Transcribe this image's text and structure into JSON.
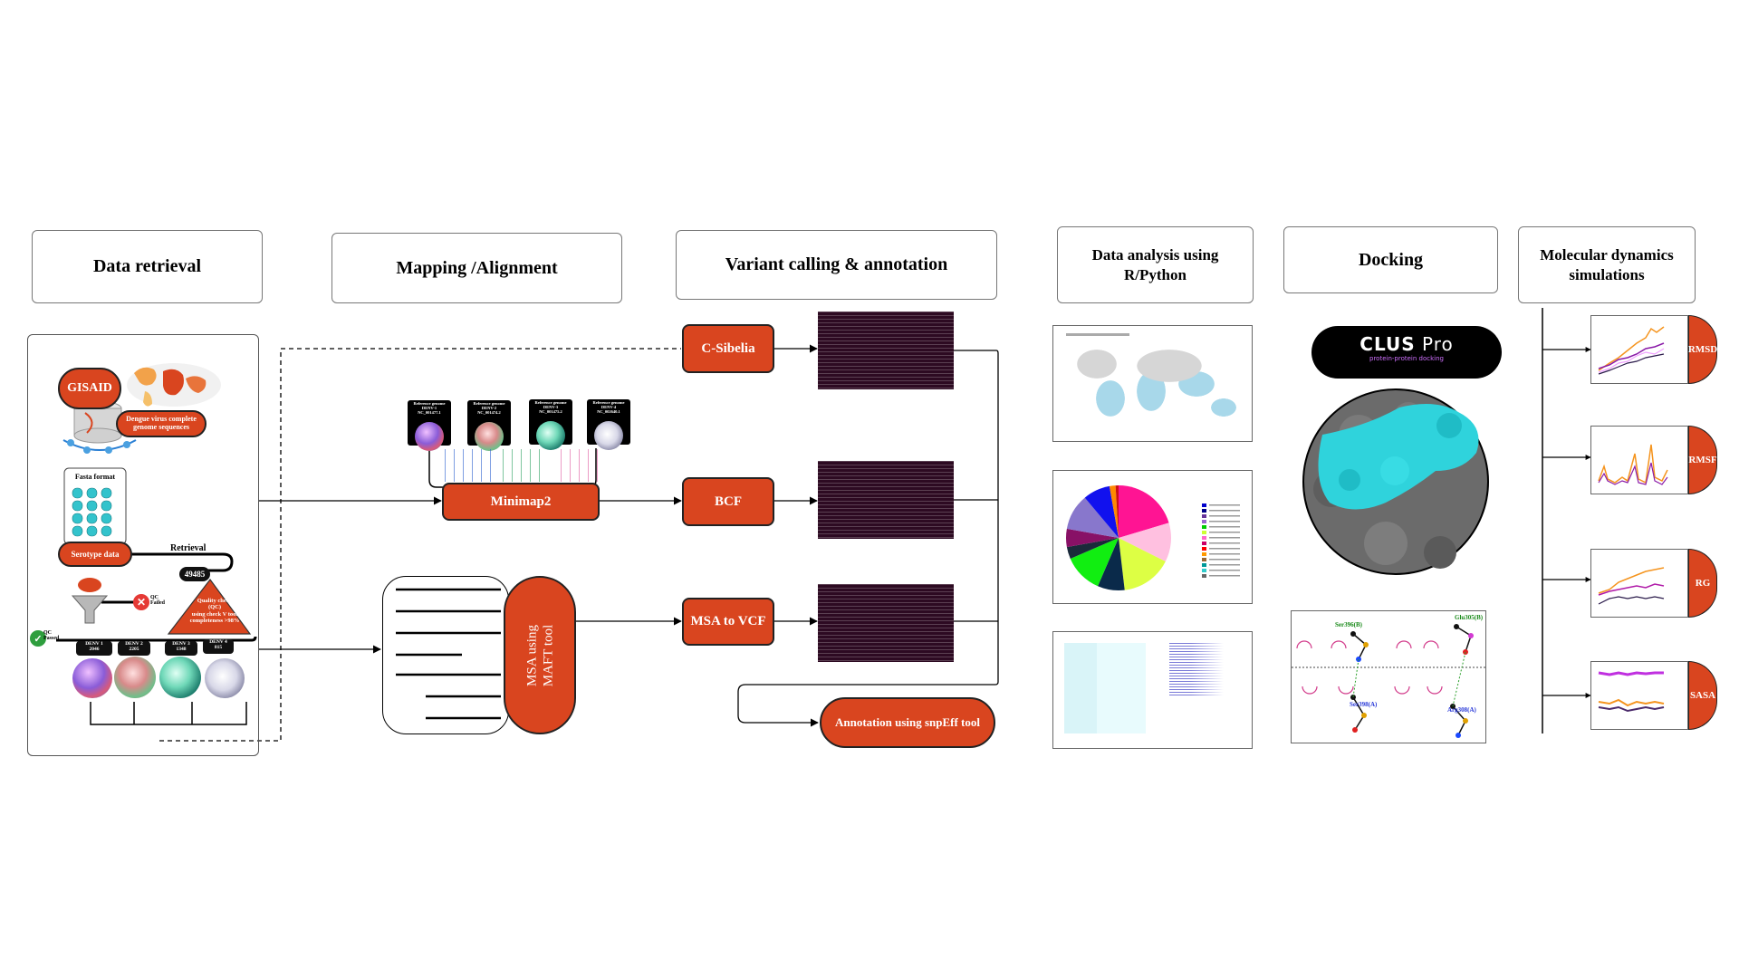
{
  "headers": {
    "data_retrieval": "Data retrieval",
    "mapping": "Mapping /Alignment",
    "variant": "Variant calling & annotation",
    "analysis_l1": "Data analysis using",
    "analysis_l2": "R/Python",
    "docking": "Docking",
    "md_l1": "Molecular dynamics",
    "md_l2": "simulations"
  },
  "retrieval": {
    "gisaid": "GISAID",
    "dengue_l1": "Dengue virus complete",
    "dengue_l2": "genome sequences",
    "fasta": "Fasta format",
    "serotype": "Serotype data",
    "retrieval_label": "Retrieval",
    "count": "49485",
    "qc_failed": "QC Failed",
    "qc_passed": "QC Passed",
    "qc_l1": "Quality check",
    "qc_l2": "(QC)",
    "qc_l3": "using check V tool",
    "qc_l4": "completeness >98%",
    "denv": [
      {
        "name": "DENV 1",
        "count": "2046"
      },
      {
        "name": "DENV 2",
        "count": "2205"
      },
      {
        "name": "DENV 3",
        "count": "1348"
      },
      {
        "name": "DENV 4",
        "count": "815"
      }
    ]
  },
  "mapping": {
    "references": [
      {
        "l1": "Reference genome",
        "l2": "DENV-1",
        "l3": "NC_001477.1"
      },
      {
        "l1": "Reference genome",
        "l2": "DENV-2",
        "l3": "NC_001474.2"
      },
      {
        "l1": "Reference genome",
        "l2": "DENV-3",
        "l3": "NC_001475.2"
      },
      {
        "l1": "Reference genome",
        "l2": "DENV-4",
        "l3": "NC_002640.1"
      }
    ],
    "minimap": "Minimap2",
    "msa_l1": "MSA using",
    "msa_l2": "MAFT tool"
  },
  "variant": {
    "csibelia": "C-Sibelia",
    "bcf": "BCF",
    "msa_vcf": "MSA to VCF",
    "annotation": "Annotation using snpEff tool"
  },
  "docking": {
    "clus": "CLUS",
    "pro": "Pro",
    "subtitle": "protein-protein docking",
    "residues": [
      "Ser396(B)",
      "Glu305(B)",
      "Ser398(A)",
      "Arg308(A)"
    ]
  },
  "md": {
    "tags": [
      "RMSD",
      "RMSF",
      "RG",
      "SASA"
    ]
  },
  "colors": {
    "accent": "#d9451f",
    "terminal": "#2d0a22",
    "protein_grey": "#6b6b6b",
    "protein_cyan": "#2fd3dc"
  },
  "pie_data": [
    {
      "color": "#ff1493",
      "value": 22
    },
    {
      "color": "#ffc0e0",
      "value": 13
    },
    {
      "color": "#ddff44",
      "value": 17
    },
    {
      "color": "#0a2a4a",
      "value": 9
    },
    {
      "color": "#11ee11",
      "value": 13
    },
    {
      "color": "#1a2a3a",
      "value": 4
    },
    {
      "color": "#881166",
      "value": 6
    },
    {
      "color": "#8877cc",
      "value": 12
    },
    {
      "color": "#1111ee",
      "value": 9
    },
    {
      "color": "#ff8800",
      "value": 2
    },
    {
      "color": "#cc1111",
      "value": 1
    }
  ],
  "legend_colors": [
    "#0000cc",
    "#000088",
    "#663399",
    "#9966cc",
    "#00cc00",
    "#ccff33",
    "#ff66cc",
    "#cc0066",
    "#ff0000",
    "#ff9900",
    "#996633",
    "#009999",
    "#33cccc",
    "#666666"
  ]
}
